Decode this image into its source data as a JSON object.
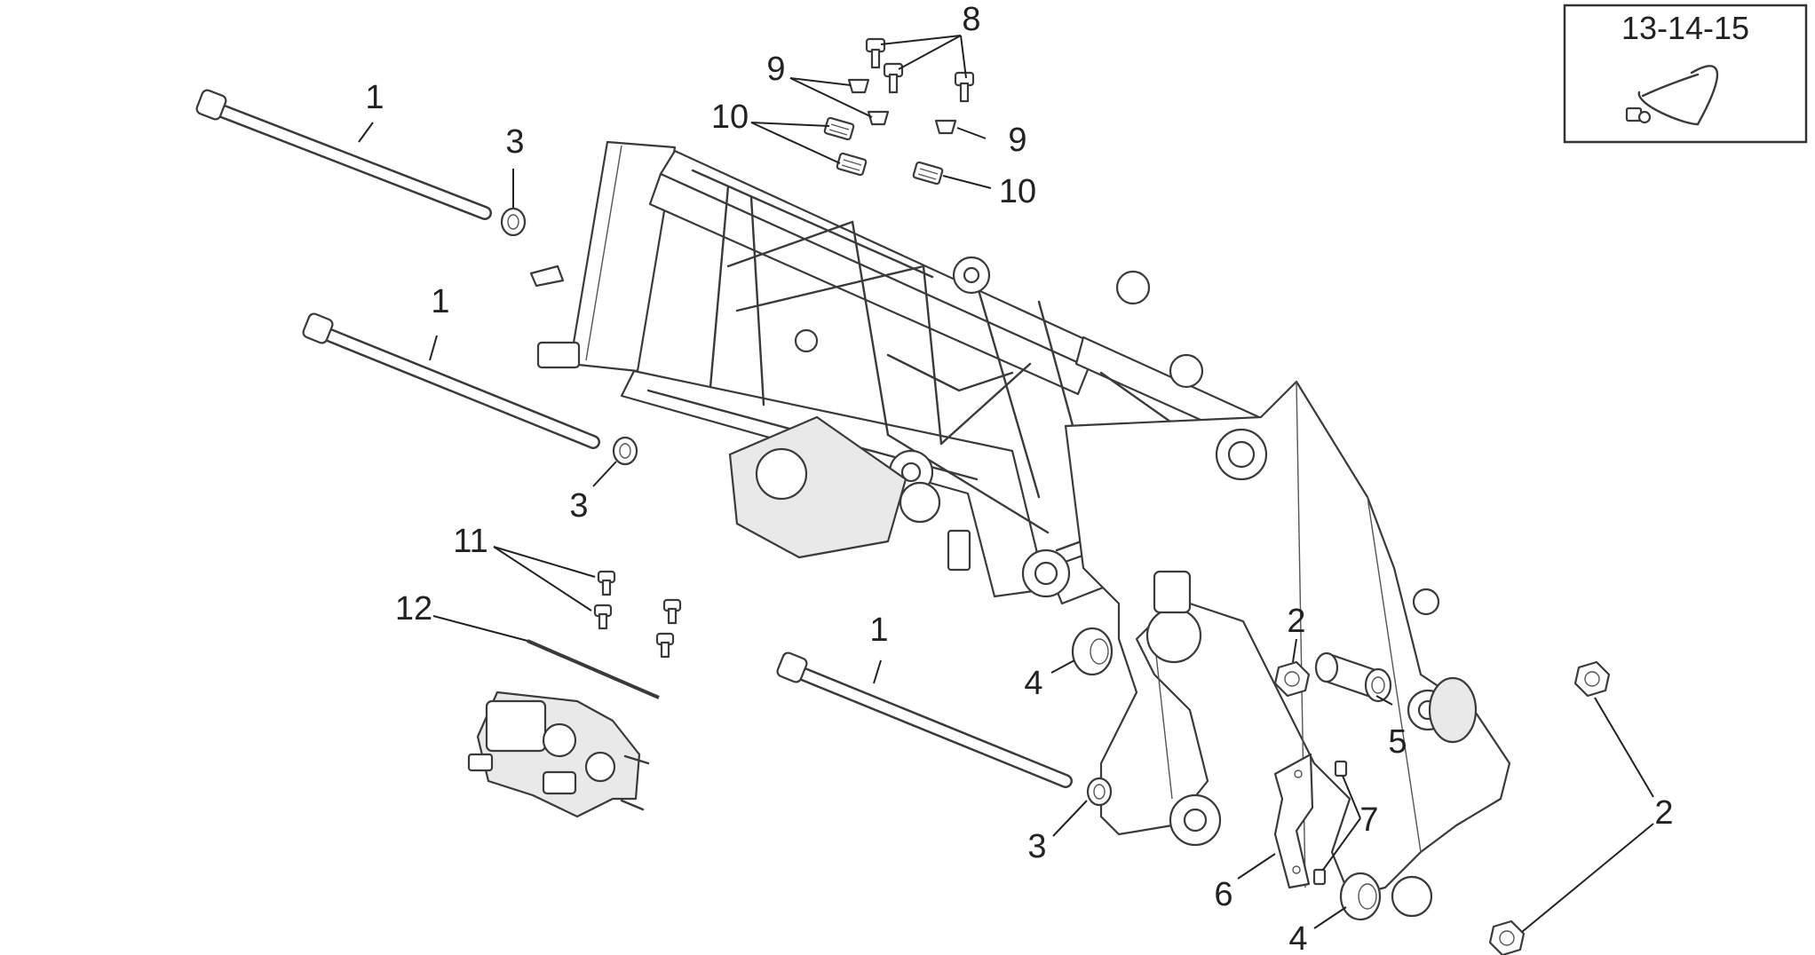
{
  "inset": {
    "label": "13-14-15"
  },
  "callouts": [
    {
      "id": "c1a",
      "text": "1"
    },
    {
      "id": "c1b",
      "text": "1"
    },
    {
      "id": "c1c",
      "text": "1"
    },
    {
      "id": "c2a",
      "text": "2"
    },
    {
      "id": "c2b",
      "text": "2"
    },
    {
      "id": "c3a",
      "text": "3"
    },
    {
      "id": "c3b",
      "text": "3"
    },
    {
      "id": "c3c",
      "text": "3"
    },
    {
      "id": "c4a",
      "text": "4"
    },
    {
      "id": "c4b",
      "text": "4"
    },
    {
      "id": "c5",
      "text": "5"
    },
    {
      "id": "c6",
      "text": "6"
    },
    {
      "id": "c7",
      "text": "7"
    },
    {
      "id": "c8",
      "text": "8"
    },
    {
      "id": "c9a",
      "text": "9"
    },
    {
      "id": "c9b",
      "text": "9"
    },
    {
      "id": "c10a",
      "text": "10"
    },
    {
      "id": "c10b",
      "text": "10"
    },
    {
      "id": "c11",
      "text": "11"
    },
    {
      "id": "c12",
      "text": "12"
    }
  ]
}
